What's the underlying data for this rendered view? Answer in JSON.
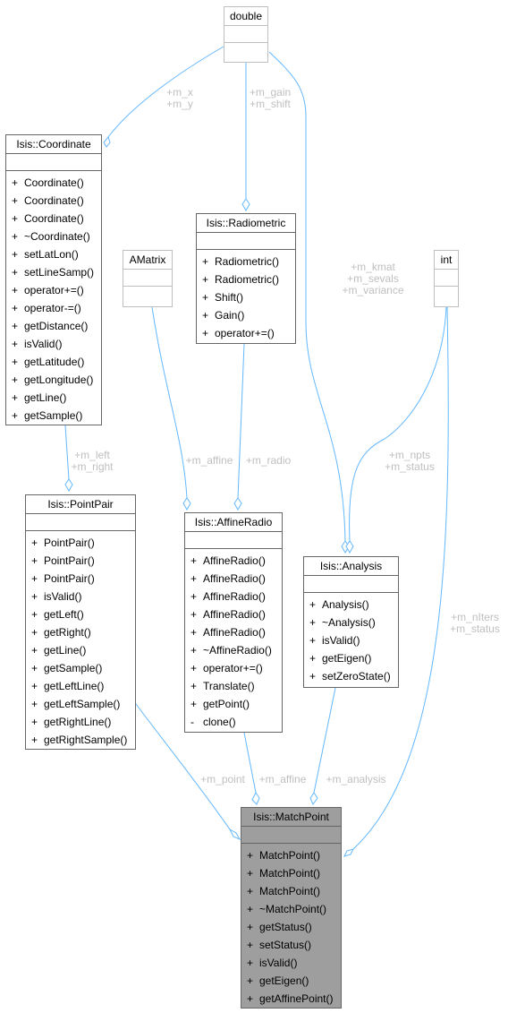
{
  "classes": {
    "double": {
      "title": "double",
      "ops": []
    },
    "coordinate": {
      "title": "Isis::Coordinate",
      "ops": [
        {
          "vis": "+",
          "name": "Coordinate()"
        },
        {
          "vis": "+",
          "name": "Coordinate()"
        },
        {
          "vis": "+",
          "name": "Coordinate()"
        },
        {
          "vis": "+",
          "name": "~Coordinate()"
        },
        {
          "vis": "+",
          "name": "setLatLon()"
        },
        {
          "vis": "+",
          "name": "setLineSamp()"
        },
        {
          "vis": "+",
          "name": "operator+=()"
        },
        {
          "vis": "+",
          "name": "operator-=()"
        },
        {
          "vis": "+",
          "name": "getDistance()"
        },
        {
          "vis": "+",
          "name": "isValid()"
        },
        {
          "vis": "+",
          "name": "getLatitude()"
        },
        {
          "vis": "+",
          "name": "getLongitude()"
        },
        {
          "vis": "+",
          "name": "getLine()"
        },
        {
          "vis": "+",
          "name": "getSample()"
        }
      ]
    },
    "amatrix": {
      "title": "AMatrix",
      "ops": []
    },
    "radiometric": {
      "title": "Isis::Radiometric",
      "ops": [
        {
          "vis": "+",
          "name": "Radiometric()"
        },
        {
          "vis": "+",
          "name": "Radiometric()"
        },
        {
          "vis": "+",
          "name": "Shift()"
        },
        {
          "vis": "+",
          "name": "Gain()"
        },
        {
          "vis": "+",
          "name": "operator+=()"
        }
      ]
    },
    "int": {
      "title": "int",
      "ops": []
    },
    "pointpair": {
      "title": "Isis::PointPair",
      "ops": [
        {
          "vis": "+",
          "name": "PointPair()"
        },
        {
          "vis": "+",
          "name": "PointPair()"
        },
        {
          "vis": "+",
          "name": "PointPair()"
        },
        {
          "vis": "+",
          "name": "isValid()"
        },
        {
          "vis": "+",
          "name": "getLeft()"
        },
        {
          "vis": "+",
          "name": "getRight()"
        },
        {
          "vis": "+",
          "name": "getLine()"
        },
        {
          "vis": "+",
          "name": "getSample()"
        },
        {
          "vis": "+",
          "name": "getLeftLine()"
        },
        {
          "vis": "+",
          "name": "getLeftSample()"
        },
        {
          "vis": "+",
          "name": "getRightLine()"
        },
        {
          "vis": "+",
          "name": "getRightSample()"
        }
      ]
    },
    "affineradio": {
      "title": "Isis::AffineRadio",
      "ops": [
        {
          "vis": "+",
          "name": "AffineRadio()"
        },
        {
          "vis": "+",
          "name": "AffineRadio()"
        },
        {
          "vis": "+",
          "name": "AffineRadio()"
        },
        {
          "vis": "+",
          "name": "AffineRadio()"
        },
        {
          "vis": "+",
          "name": "AffineRadio()"
        },
        {
          "vis": "+",
          "name": "~AffineRadio()"
        },
        {
          "vis": "+",
          "name": "operator+=()"
        },
        {
          "vis": "+",
          "name": "Translate()"
        },
        {
          "vis": "+",
          "name": "getPoint()"
        },
        {
          "vis": "-",
          "name": "clone()"
        }
      ]
    },
    "analysis": {
      "title": "Isis::Analysis",
      "ops": [
        {
          "vis": "+",
          "name": "Analysis()"
        },
        {
          "vis": "+",
          "name": "~Analysis()"
        },
        {
          "vis": "+",
          "name": "isValid()"
        },
        {
          "vis": "+",
          "name": "getEigen()"
        },
        {
          "vis": "+",
          "name": "setZeroState()"
        }
      ]
    },
    "matchpoint": {
      "title": "Isis::MatchPoint",
      "ops": [
        {
          "vis": "+",
          "name": "MatchPoint()"
        },
        {
          "vis": "+",
          "name": "MatchPoint()"
        },
        {
          "vis": "+",
          "name": "MatchPoint()"
        },
        {
          "vis": "+",
          "name": "~MatchPoint()"
        },
        {
          "vis": "+",
          "name": "getStatus()"
        },
        {
          "vis": "+",
          "name": "setStatus()"
        },
        {
          "vis": "+",
          "name": "isValid()"
        },
        {
          "vis": "+",
          "name": "getEigen()"
        },
        {
          "vis": "+",
          "name": "getAffinePoint()"
        }
      ]
    }
  },
  "edge_labels": {
    "m_xy": "+m_x\n+m_y",
    "m_gainshift": "+m_gain\n+m_shift",
    "m_kmat": "+m_kmat\n+m_sevals\n+m_variance",
    "m_leftright": "+m_left\n+m_right",
    "m_affine_amatrix": "+m_affine",
    "m_radio": "+m_radio",
    "m_npts": "+m_npts\n+m_status",
    "m_niters": "+m_nIters\n+m_status",
    "m_point": "+m_point",
    "m_affine": "+m_affine",
    "m_analysis": "+m_analysis"
  },
  "colors": {
    "edge": "#63b8ff",
    "border": "#666666",
    "light_border": "#bfbfbf",
    "focus_fill": "#9e9e9e",
    "label": "#bfbfbf"
  }
}
